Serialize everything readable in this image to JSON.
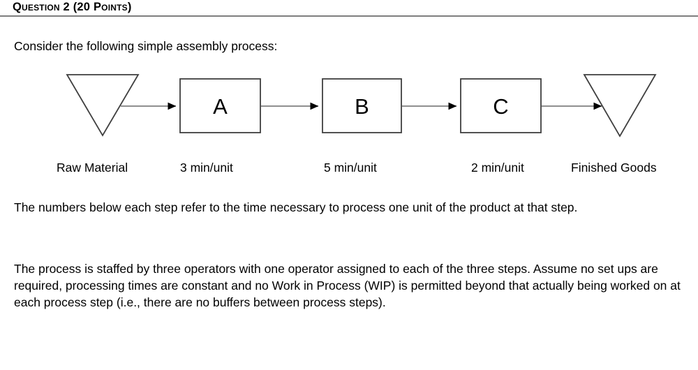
{
  "header": {
    "title": "Question 2 (20 Points)",
    "rule_color": "#7f7f7f"
  },
  "body": {
    "intro": "Consider the following simple assembly process:",
    "numbers_note": "The numbers below each step refer to the time necessary to process one unit of the product at that step.",
    "staffing_note": "The process is staffed by three operators with one operator assigned to each of the three steps. Assume no set ups are required, processing times are constant and no Work in Process (WIP) is permitted beyond that actually being worked on at each process step (i.e., there are no buffers between process steps)."
  },
  "diagram": {
    "type": "process-flow",
    "shape_stroke": "#3f3f3f",
    "arrow_color": "#7f7f7f",
    "arrowhead_color": "#000000",
    "fill": "#ffffff",
    "nodes": [
      {
        "id": "raw",
        "kind": "inverted-triangle",
        "label": "",
        "caption": "Raw Material"
      },
      {
        "id": "step-a",
        "kind": "box",
        "label": "A",
        "caption": "3 min/unit"
      },
      {
        "id": "step-b",
        "kind": "box",
        "label": "B",
        "caption": "5 min/unit"
      },
      {
        "id": "step-c",
        "kind": "box",
        "label": "C",
        "caption": "2 min/unit"
      },
      {
        "id": "fin",
        "kind": "inverted-triangle",
        "label": "",
        "caption": "Finished Goods"
      }
    ],
    "edges": [
      {
        "from": "raw",
        "to": "step-a"
      },
      {
        "from": "step-a",
        "to": "step-b"
      },
      {
        "from": "step-b",
        "to": "step-c"
      },
      {
        "from": "step-c",
        "to": "fin"
      }
    ]
  }
}
